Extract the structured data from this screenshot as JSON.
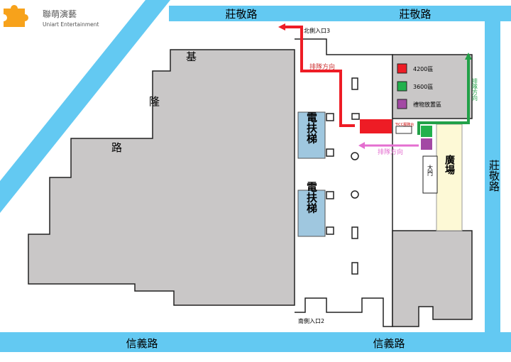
{
  "logo": {
    "name": "聯萌演藝",
    "subtitle": "Uniart Entertainment"
  },
  "roads": {
    "top_left": "莊敬路",
    "top_right": "莊敬路",
    "right": "莊敬路",
    "left": "基隆路",
    "bottom_left": "信義路",
    "bottom_right": "信義路"
  },
  "entrances": {
    "north": "北側入口3",
    "south": "南側入口2"
  },
  "escalator": "電扶梯",
  "legend": [
    {
      "label": "4200區",
      "color": "#ee1c25"
    },
    {
      "label": "3600區",
      "color": "#22b14c"
    },
    {
      "label": "禮物放置區",
      "color": "#a349a4"
    }
  ],
  "queue_label": "排隊方向",
  "service_desk": "TICC服務台",
  "gate": "大門",
  "plaza": "廣場",
  "colors": {
    "road": "#63c9f2",
    "building": "#c9c7c7",
    "plaza": "#fdf9d6",
    "red": "#ee1c25",
    "green": "#22a148",
    "pink": "#e46fd0"
  }
}
